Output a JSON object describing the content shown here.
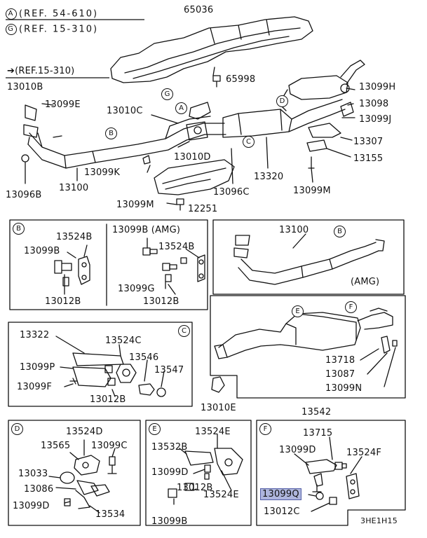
{
  "refs": {
    "ref_a_letter": "A",
    "ref_a": "(REF. 54-610)",
    "ref_g_letter": "G",
    "ref_g": "(REF. 15-310)",
    "ref_arrow": "(REF.15-310)"
  },
  "main_labels": {
    "p65036": "65036",
    "p65998": "65998",
    "p13010B": "13010B",
    "p13099E": "13099E",
    "p13010C": "13010C",
    "p13099H": "13099H",
    "p13098": "13098",
    "p13099J": "13099J",
    "p13307": "13307",
    "p13155": "13155",
    "p13010D": "13010D",
    "p13099K": "13099K",
    "p13100": "13100",
    "p13096B": "13096B",
    "p13320": "13320",
    "p13096C": "13096C",
    "p13099M_top": "13099M",
    "p13099M_bot": "13099M",
    "p12251": "12251"
  },
  "callouts": {
    "A": "A",
    "B": "B",
    "C": "C",
    "D": "D",
    "G": "G",
    "E": "E",
    "F": "F"
  },
  "panel_b": {
    "letter": "B",
    "p13524B_l": "13524B",
    "p13099B_l": "13099B",
    "p13012B_l": "13012B",
    "p13099B_amg": "13099B (AMG)",
    "p13524B_r": "13524B",
    "p13099G": "13099G",
    "p13012B_r": "13012B"
  },
  "panel_amg": {
    "p13100": "13100",
    "letter": "B",
    "amg": "(AMG)"
  },
  "panel_c": {
    "letter": "C",
    "p13322": "13322",
    "p13524C": "13524C",
    "p13546": "13546",
    "p13099P": "13099P",
    "p13547": "13547",
    "p13099F": "13099F",
    "p13012B": "13012B"
  },
  "panel_muffler": {
    "letter_e": "E",
    "letter_f": "F",
    "p13718": "13718",
    "p13087": "13087",
    "p13099N": "13099N",
    "p13010E": "13010E",
    "p13542": "13542"
  },
  "panel_d": {
    "letter": "D",
    "p13524D": "13524D",
    "p13565": "13565",
    "p13099C": "13099C",
    "p13033": "13033",
    "p13086": "13086",
    "p13099D": "13099D",
    "p13534": "13534"
  },
  "panel_e": {
    "letter": "E",
    "p13524E_top": "13524E",
    "p13532B": "13532B",
    "p13099D": "13099D",
    "p13012B": "13012B",
    "p13524E_bot": "13524E",
    "p13099B": "13099B"
  },
  "panel_f": {
    "letter": "F",
    "p13715": "13715",
    "p13099D": "13099D",
    "p13524F": "13524F",
    "p13099Q": "13099Q",
    "p13012C": "13012C"
  },
  "code": "3HE1H15"
}
